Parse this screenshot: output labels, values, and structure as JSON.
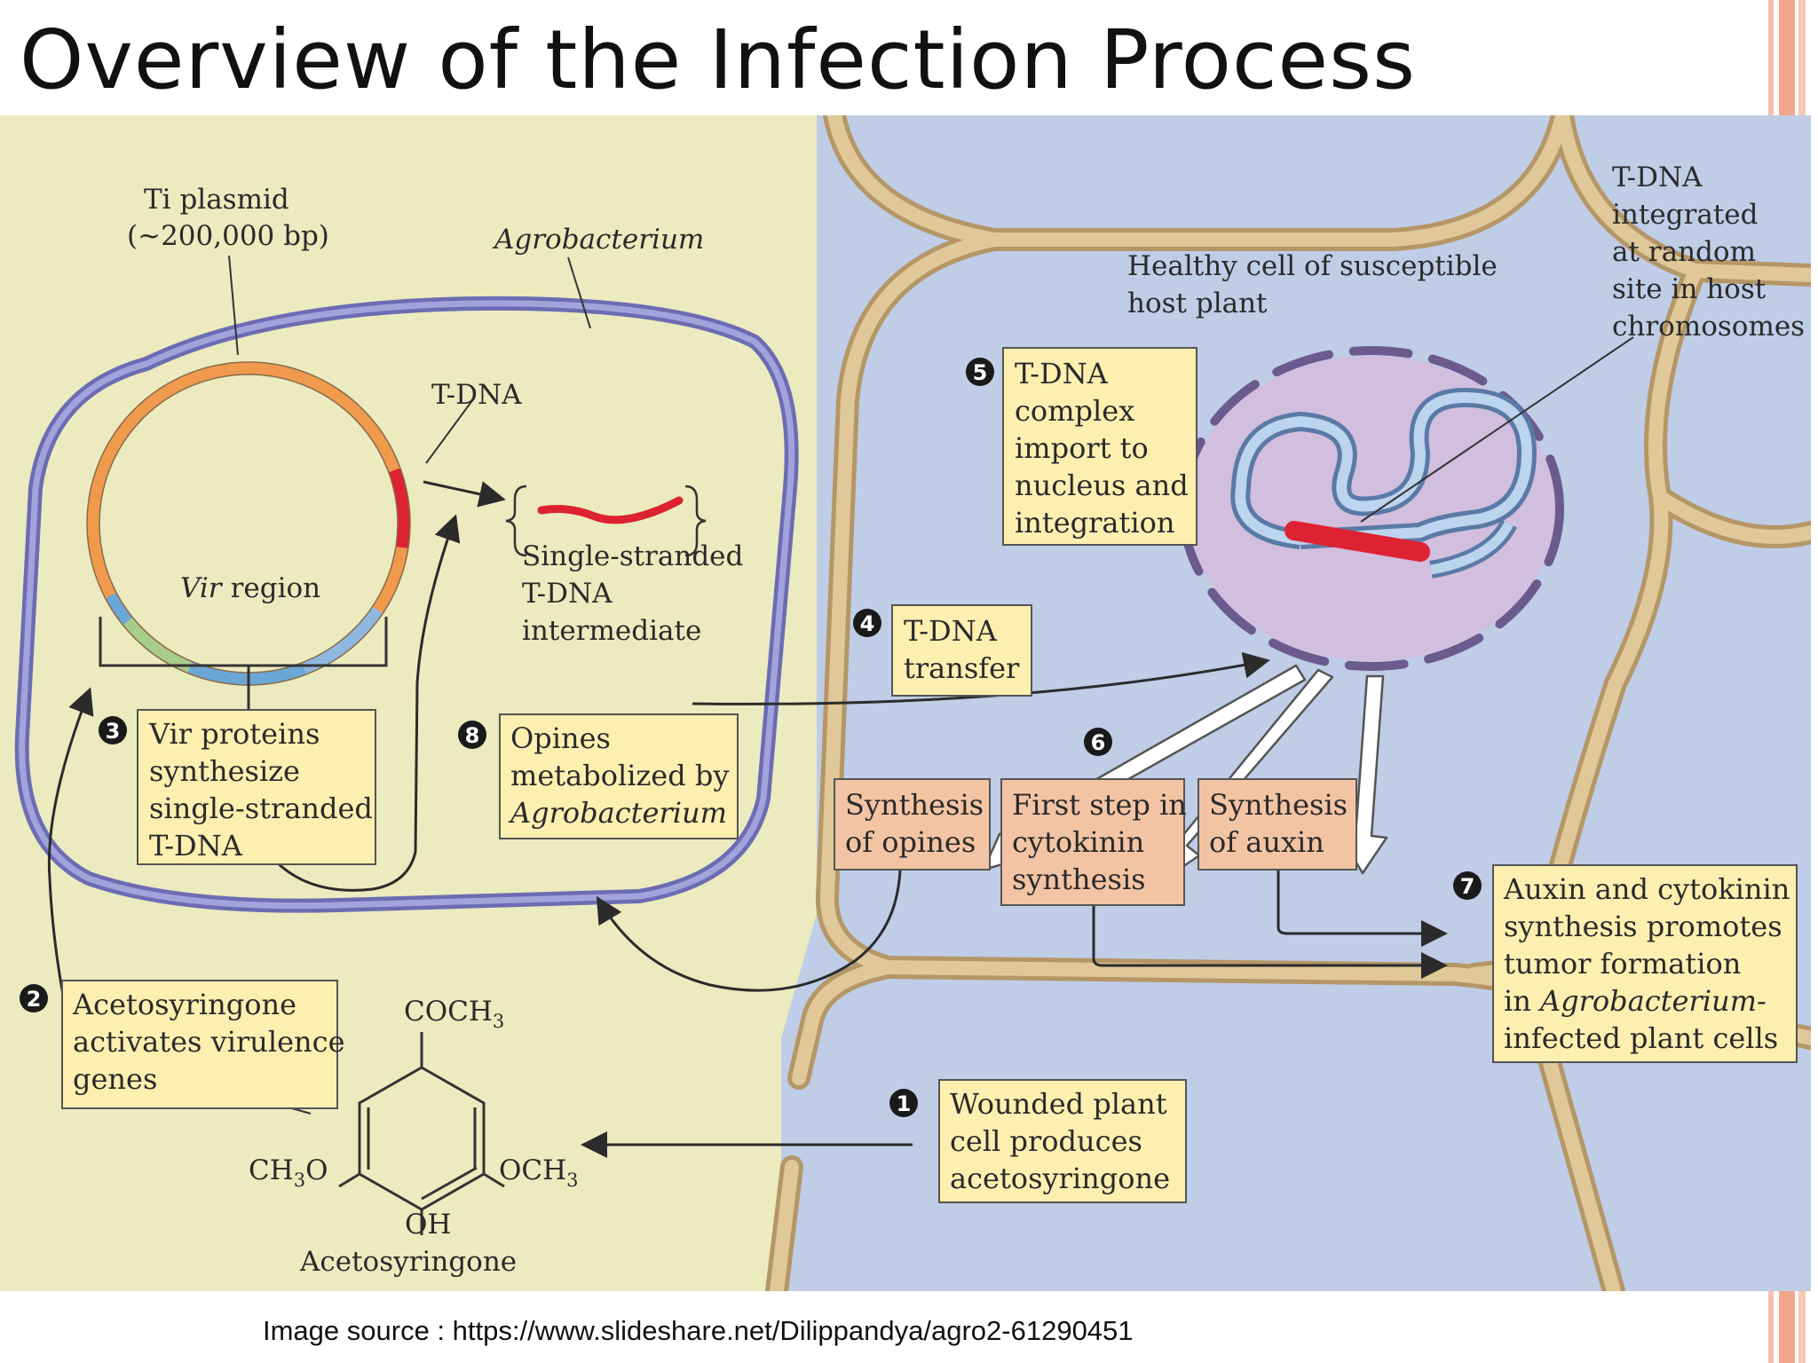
{
  "slide": {
    "title": "Overview of the Infection Process",
    "image_source": "Image source : https://www.slideshare.net/Dilippandya/agro2-61290451"
  },
  "diagram": {
    "labels": {
      "ti_plasmid_line1": "Ti plasmid",
      "ti_plasmid_line2": "(~200,000 bp)",
      "agrobacterium": "Agrobacterium",
      "t_dna": "T-DNA",
      "vir_region_italic": "Vir",
      "vir_region_rest": "region",
      "ss_tdna_line1": "Single-stranded",
      "ss_tdna_line2": "T-DNA",
      "ss_tdna_line3": "intermediate",
      "healthy_cell_line1": "Healthy cell of susceptible",
      "healthy_cell_line2": "host plant",
      "tdna_integrated_line1": "T-DNA",
      "tdna_integrated_line2": "integrated",
      "tdna_integrated_line3": "at random",
      "tdna_integrated_line4": "site in host",
      "tdna_integrated_line5": "chromosomes",
      "acetosyringone_name": "Acetosyringone",
      "group_top": "COCH",
      "group_left": "CH",
      "group_left_tail": "O",
      "group_right": "OCH",
      "group_bottom": "OH",
      "subscript_3": "3"
    },
    "steps": [
      {
        "number": "1",
        "lines": [
          "Wounded plant",
          "cell produces",
          "acetosyringone"
        ]
      },
      {
        "number": "2",
        "lines": [
          "Acetosyringone",
          "activates virulence",
          "genes"
        ]
      },
      {
        "number": "3",
        "lines": [
          "Vir proteins",
          "synthesize",
          "single-stranded",
          "T-DNA"
        ]
      },
      {
        "number": "4",
        "lines": [
          "T-DNA",
          "transfer"
        ]
      },
      {
        "number": "5",
        "lines": [
          "T-DNA",
          "complex",
          "import to",
          "nucleus and",
          "integration"
        ]
      },
      {
        "number": "6",
        "boxes": [
          {
            "lines": [
              "Synthesis",
              "of opines"
            ]
          },
          {
            "lines": [
              "First step in",
              "cytokinin",
              "synthesis"
            ]
          },
          {
            "lines": [
              "Synthesis",
              "of auxin"
            ]
          }
        ]
      },
      {
        "number": "7",
        "lines": [
          "Auxin and cytokinin",
          "synthesis promotes",
          "tumor formation",
          "in ",
          "Agrobacterium-",
          "infected plant cells"
        ]
      },
      {
        "number": "8",
        "lines": [
          "Opines",
          "metabolized by",
          "Agrobacterium"
        ]
      }
    ],
    "colors": {
      "bacterium_bg": "#ecebbf",
      "plant_cell_bg": "#bfcde6",
      "cell_wall": "#e0c898",
      "membrane": "#8c8cc8",
      "nucleus": "#d2bede",
      "plasmid_orange": "#ef9a4d",
      "tdna_red": "#dd2233",
      "note_box": "#fcefb0",
      "synthesis_box": "#f3c4a4",
      "step_badge": "#1a1a1a",
      "accent_stripe": "#f3a58c"
    }
  }
}
